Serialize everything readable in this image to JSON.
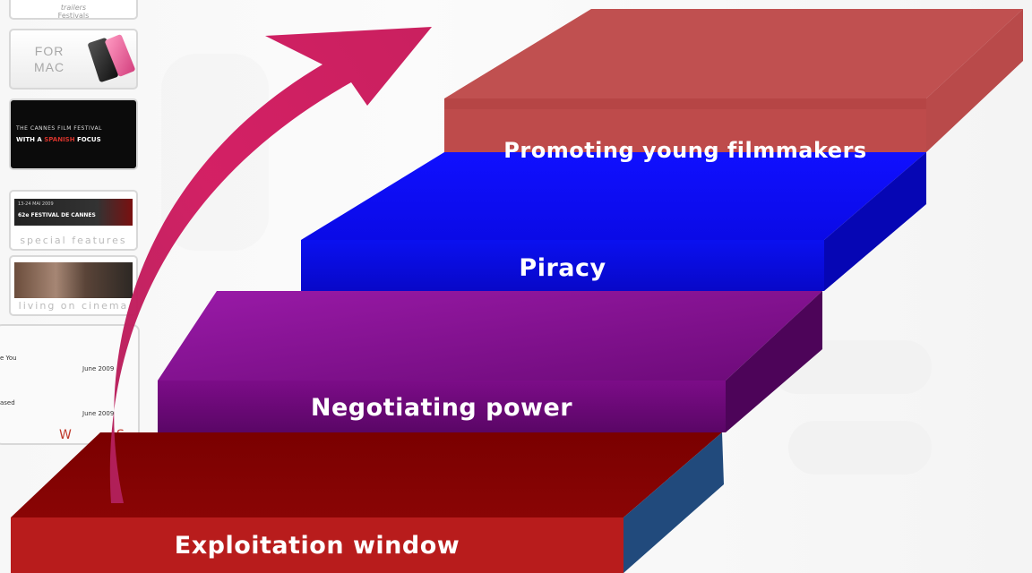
{
  "sidebar": {
    "trailers_line1": "trailers",
    "trailers_line2": "Festivals",
    "mac_line1": "FOR",
    "mac_line2": "MAC",
    "cannes_line1": "THE CANNES FILM FESTIVAL",
    "cannes_line2_a": "WITH A ",
    "cannes_line2_b": "SPANISH",
    "cannes_line2_c": " FOCUS",
    "special_dates": "13-24 MAI 2009",
    "special_title": "62e FESTIVAL DE CANNES",
    "special_label": "special features",
    "living_label": "living on cinema",
    "news_item1": "e You",
    "news_date1": "June 2009",
    "news_item2": "ased",
    "news_date2": "June 2009",
    "letter_w": "W",
    "letter_s": "S"
  },
  "steps": [
    {
      "label": "Exploitation window",
      "color": "#b81c1c"
    },
    {
      "label": "Negotiating power",
      "color": "#6e0a78"
    },
    {
      "label": "Piracy",
      "color": "#0a10f0"
    },
    {
      "label": "Promoting young filmmakers",
      "color": "#be4b4b"
    }
  ],
  "arrow_color": "#c8195a"
}
